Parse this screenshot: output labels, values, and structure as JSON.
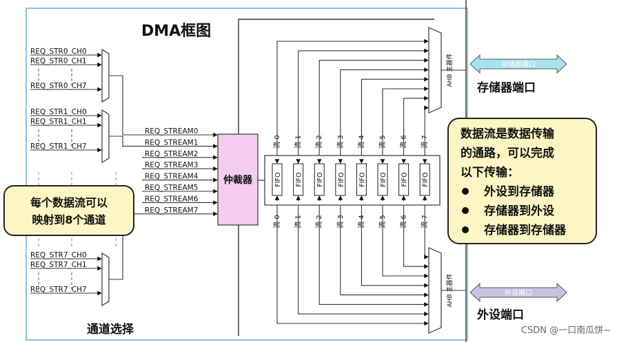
{
  "title": "DMA框图",
  "channel_groups": [
    {
      "labels": [
        "REQ_STR0_CH0",
        "REQ_STR0_CH1",
        "REQ_STR0_CH7"
      ]
    },
    {
      "labels": [
        "REQ_STR1_CH0",
        "REQ_STR1_CH1",
        "REQ_STR1_CH7"
      ]
    },
    {
      "labels": [
        "REQ_STR7_CH0",
        "REQ_STR7_CH1",
        "REQ_STR7_CH7"
      ]
    }
  ],
  "streams": [
    "REQ_STREAM0",
    "REQ_STREAM1",
    "REQ_STREAM2",
    "REQ_STREAM3",
    "REQ_STREAM4",
    "REQ_STREAM5",
    "REQ_STREAM6",
    "REQ_STREAM7"
  ],
  "arbiter": "仲裁器",
  "fifo_label": "FIFO",
  "flow_labels": [
    "流 0",
    "流 1",
    "流 2",
    "流 3",
    "流 4",
    "流 5",
    "流 6",
    "流 7"
  ],
  "ahb_master": "AHB 主器件",
  "memory_port_arrow": "存储器端口",
  "memory_port": "存储器端口",
  "peripheral_port_arrow": "外设端口",
  "peripheral_port": "外设端口",
  "channel_select": "通道选择",
  "callout_left": [
    "每个数据流可以",
    "映射到8个通道"
  ],
  "callout_right": {
    "lines": [
      "数据流是数据传输",
      "的通路，可以完成",
      "以下传输："
    ],
    "bullets": [
      "外设到存储器",
      "存储器到外设",
      "存储器到存储器"
    ]
  },
  "watermark": "CSDN @一口南瓜饼~",
  "colors": {
    "arbiter_fill": "#f6cdf0",
    "callout_fill": "#fdf6c4",
    "callout_stroke": "#222222",
    "memory_arrow_fill": "#a8e2ec",
    "peripheral_arrow_fill": "#c8c2e6",
    "panel_border": "#8fc1e3"
  }
}
